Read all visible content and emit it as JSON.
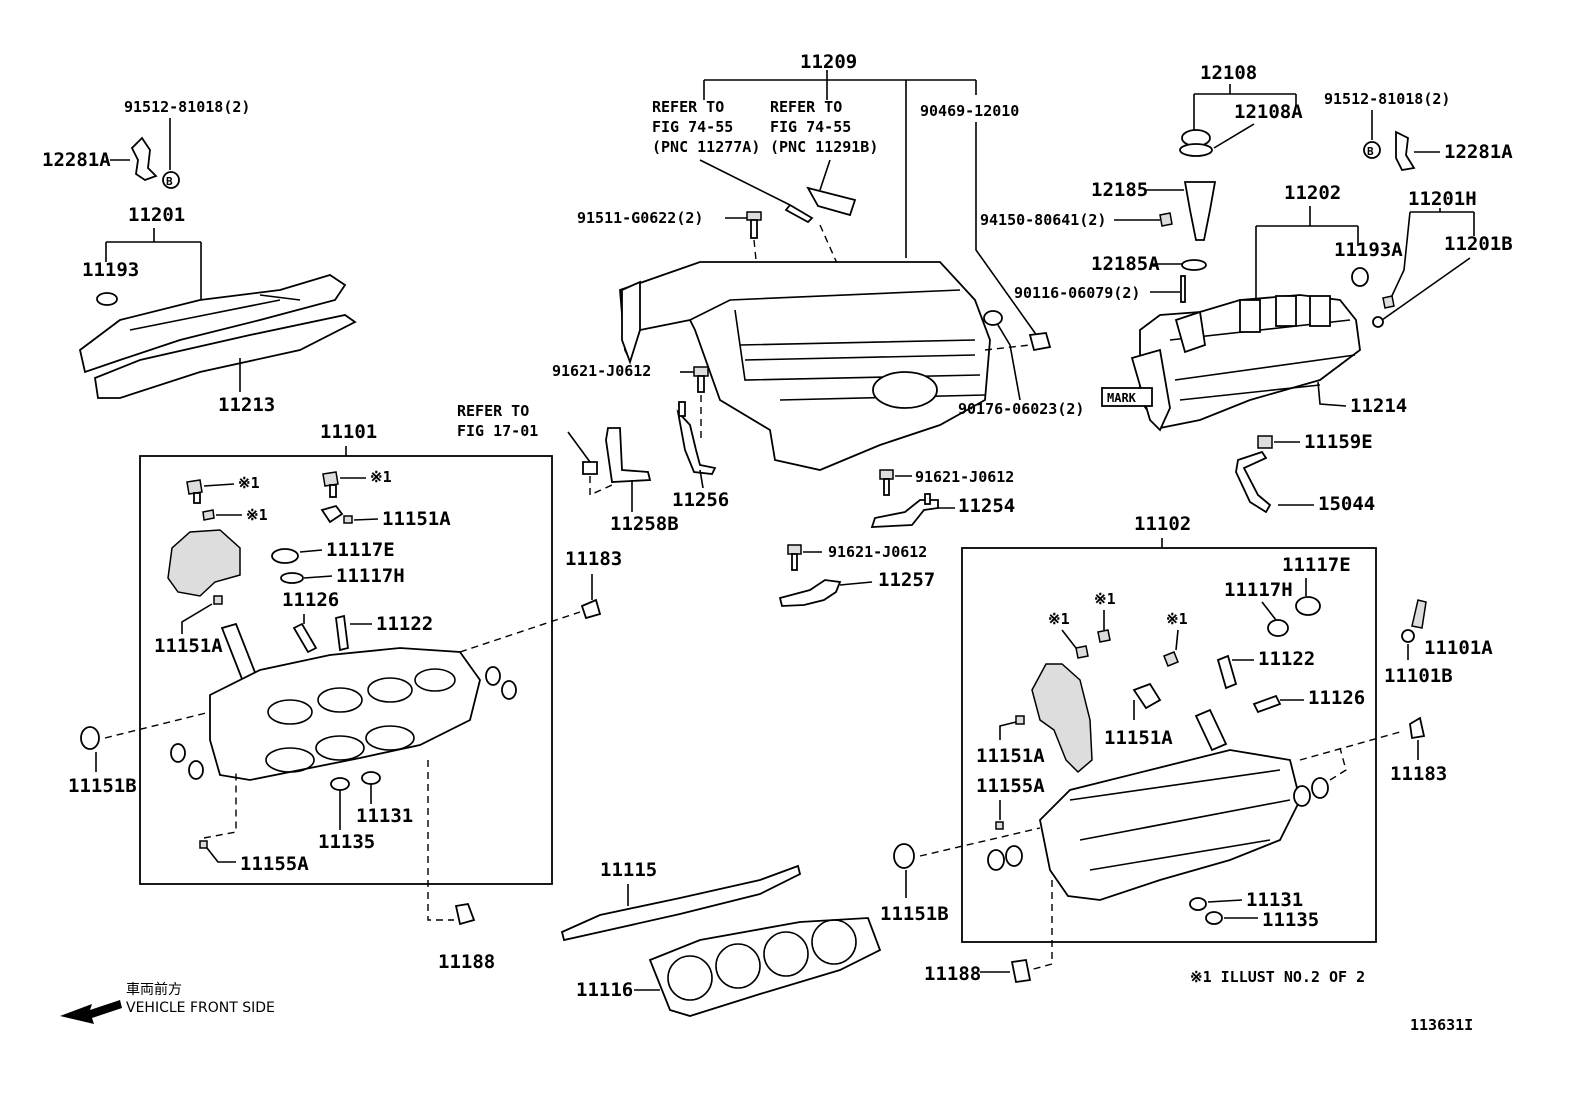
{
  "labels": {
    "p11209": "11209",
    "refer_a": "REFER TO",
    "refer_a2": "FIG 74-55",
    "refer_a3": "(PNC 11277A)",
    "refer_b": "REFER TO",
    "refer_b2": "FIG 74-55",
    "refer_b3": "(PNC 11291B)",
    "p90469": "90469-12010",
    "p91511": "91511-G0622(2)",
    "p91621a": "91621-J0612",
    "p91621b": "91621-J0612",
    "p91621c": "91621-J0612",
    "p90176": "90176-06023(2)",
    "p11254": "11254",
    "p11257": "11257",
    "p11256": "11256",
    "p11258B": "11258B",
    "refer_c": "REFER TO",
    "refer_c2": "FIG 17-01",
    "p91512_left": "91512-81018(2)",
    "p12281A_left": "12281A",
    "p11201": "11201",
    "p11193": "11193",
    "p11213": "11213",
    "p11101": "11101",
    "p12108": "12108",
    "p12108A": "12108A",
    "p12185": "12185",
    "p94150": "94150-80641(2)",
    "p12185A": "12185A",
    "p90116": "90116-06079(2)",
    "p11202": "11202",
    "p11193A": "11193A",
    "p91512_right": "91512-81018(2)",
    "p12281A_right": "12281A",
    "p11201H": "11201H",
    "p11201B": "11201B",
    "mark": "MARK",
    "p11214": "11214",
    "p11159E": "11159E",
    "p15044": "15044",
    "p11102": "11102",
    "L_x1a": "※1",
    "L_x1b": "※1",
    "L_x1c": "※1",
    "L_11151A_1": "11151A",
    "L_11117E": "11117E",
    "L_11117H": "11117H",
    "L_11126": "11126",
    "L_11122": "11122",
    "L_11151A_2": "11151A",
    "L_11183": "11183",
    "L_11151B": "11151B",
    "L_11131": "11131",
    "L_11135": "11135",
    "L_11155A": "11155A",
    "L_11188": "11188",
    "p11115": "11115",
    "p11116": "11116",
    "R_11117E": "11117E",
    "R_11117H": "11117H",
    "R_x1a": "※1",
    "R_x1b": "※1",
    "R_x1c": "※1",
    "R_11122": "11122",
    "R_11126": "11126",
    "R_11151A_1": "11151A",
    "R_11151A_2": "11151A",
    "R_11155A": "11155A",
    "R_11101A": "11101A",
    "R_11101B": "11101B",
    "R_11183": "11183",
    "R_11151B": "11151B",
    "R_11131": "11131",
    "R_11135": "11135",
    "R_11188": "11188",
    "vehicle_jp": "車両前方",
    "vehicle_en": "VEHICLE FRONT SIDE",
    "illust_note": "※1 ILLUST NO.2 OF 2",
    "fig_id": "113631I"
  }
}
